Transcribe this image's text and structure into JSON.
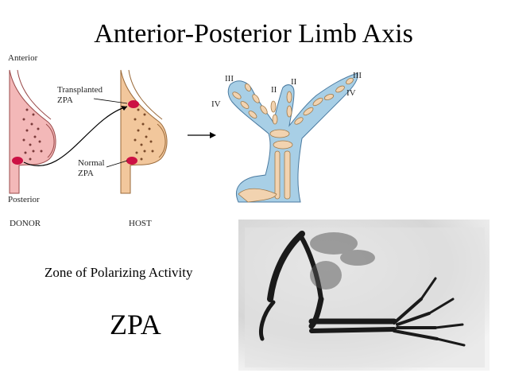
{
  "slide": {
    "title": "Anterior-Posterior Limb Axis",
    "definition": "Zone of Polarizing Activity",
    "acronym": "ZPA"
  },
  "diagram": {
    "axis_labels": {
      "top": "Anterior",
      "bottom": "Posterior"
    },
    "callouts": {
      "transplanted": [
        "Transplanted",
        "ZPA"
      ],
      "normal": [
        "Normal",
        "ZPA"
      ]
    },
    "panel_labels": {
      "donor": "DONOR",
      "host": "HOST"
    },
    "digit_labels": [
      "III",
      "II",
      "II",
      "III",
      "IV",
      "IV"
    ]
  },
  "colors": {
    "donor_tissue": "#f3b8b8",
    "host_tissue": "#f2c79c",
    "zpa": "#cc1144",
    "limb_blue": "#a8cfe6",
    "bone": "#f2d3b0"
  }
}
